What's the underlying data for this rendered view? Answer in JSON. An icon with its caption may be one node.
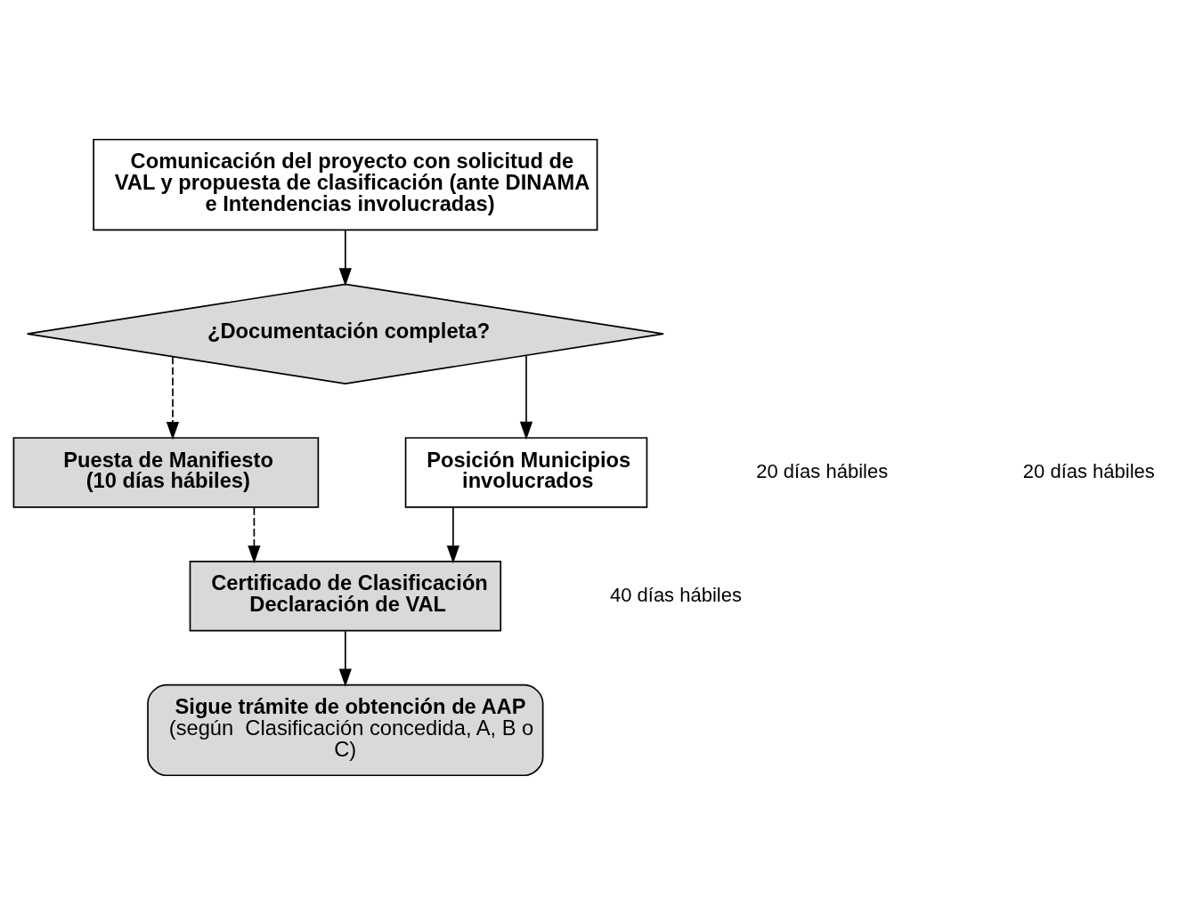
{
  "diagram": {
    "nodes": [
      {
        "text": [
          "Comunicación del proyecto con solicitud de VAL y propuesta de clasificación (ante DINAMA e Intendencias involucradas)"
        ]
      },
      {
        "text": [
          "¿Documentación completa?"
        ]
      },
      {
        "text": [
          "Puesta de Manifiesto (10 días hábiles)"
        ]
      },
      {
        "text": [
          "Posición Municipios involucrados"
        ]
      },
      {
        "text": [
          "Certificado de Clasificación Declaración de VAL"
        ]
      },
      {
        "text": [
          "Sigue trámite de obtención de AAP",
          "(según  Clasificación concedida, A, B o C)"
        ]
      }
    ],
    "edges": [
      {
        "from": 0,
        "to": 1,
        "arrow": "to"
      },
      {
        "from": 1,
        "to": 2,
        "arrow": "to",
        "style": "dashed"
      },
      {
        "from": 1,
        "to": 3,
        "arrow": "to"
      },
      {
        "from": 2,
        "to": 4,
        "arrow": "to",
        "style": "dashed"
      },
      {
        "from": 3,
        "to": 4,
        "arrow": "to"
      },
      {
        "from": 4,
        "to": 5,
        "arrow": "to"
      }
    ],
    "labels": [
      "20 días hábiles",
      "20 días hábiles",
      "40 días hábiles"
    ]
  }
}
